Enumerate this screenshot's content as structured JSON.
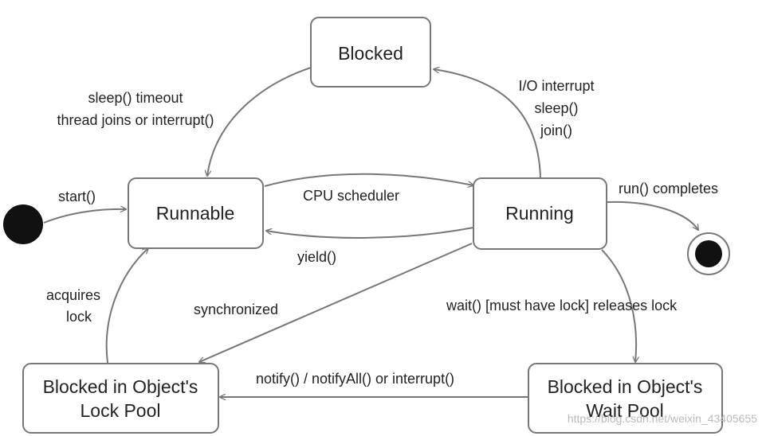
{
  "states": {
    "blocked": "Blocked",
    "runnable": "Runnable",
    "running": "Running",
    "lock_pool": [
      "Blocked in Object's",
      "Lock Pool"
    ],
    "wait_pool": [
      "Blocked in Object's",
      "Wait Pool"
    ]
  },
  "transitions": {
    "blocked_to_runnable": [
      "sleep() timeout",
      "thread joins or interrupt()"
    ],
    "running_to_blocked": [
      "I/O interrupt",
      "sleep()",
      "join()"
    ],
    "start": "start()",
    "cpu_scheduler": "CPU scheduler",
    "yield": "yield()",
    "run_completes": "run() completes",
    "acquires_lock": [
      "acquires",
      "lock"
    ],
    "synchronized": "synchronized",
    "wait": "wait() [must have lock] releases lock",
    "notify": "notify() / notifyAll() or interrupt()"
  },
  "watermark": "https://blog.csdn.net/weixin_43405655",
  "colors": {
    "stroke": "#777777",
    "text": "#222222",
    "node_fill": "#111111",
    "watermark": "#bbbbbb"
  }
}
